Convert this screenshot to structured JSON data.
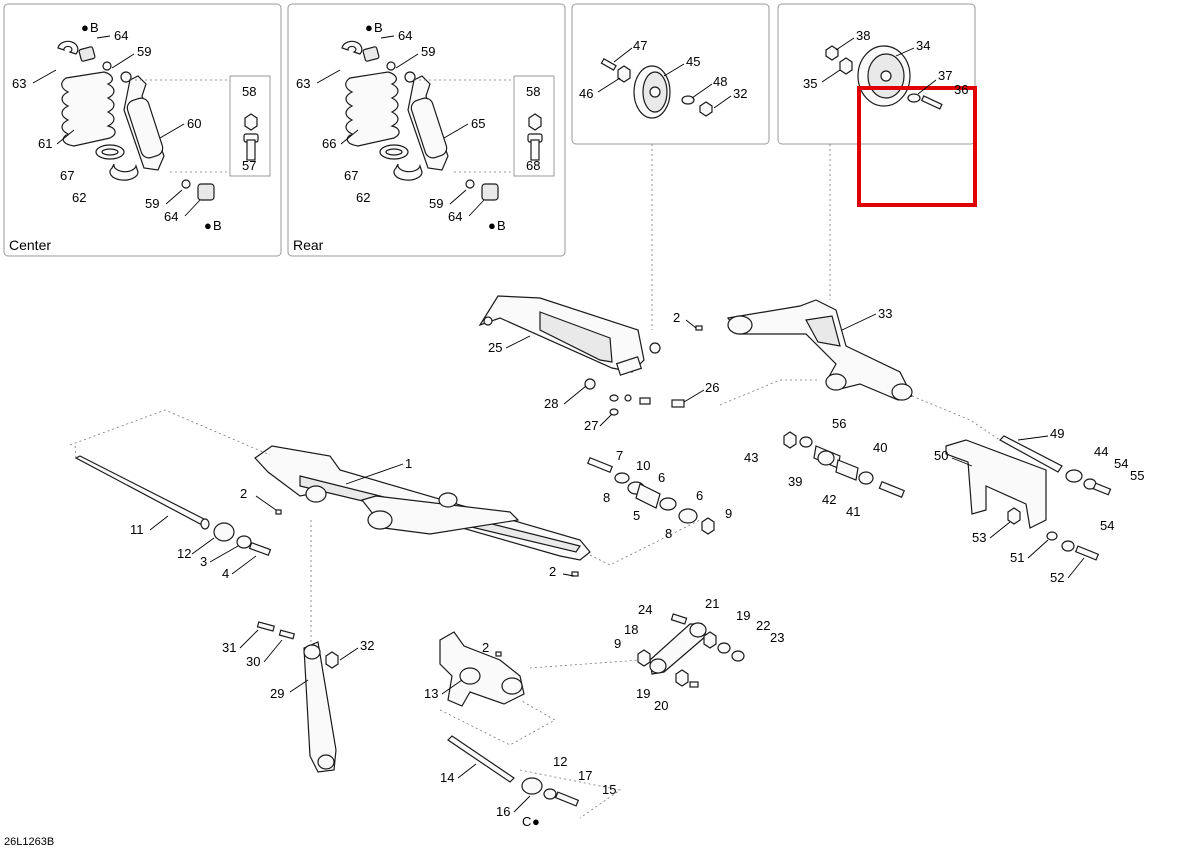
{
  "panels": {
    "center_caption": "Center",
    "rear_caption": "Rear"
  },
  "symbols": {
    "lube_b": "B",
    "lube_c": "C"
  },
  "drawing_code": "26L1263B",
  "colors": {
    "highlight": "#e00000",
    "line": "#1a1a1a",
    "panel_border": "#999999"
  },
  "part_numbers": {
    "center": [
      "64",
      "59",
      "63",
      "61",
      "60",
      "58",
      "57",
      "67",
      "62",
      "59",
      "64"
    ],
    "rear": [
      "64",
      "59",
      "63",
      "66",
      "65",
      "58",
      "68",
      "67",
      "62",
      "59",
      "64"
    ],
    "idler_a": [
      "47",
      "45",
      "48",
      "46",
      "32"
    ],
    "idler_b": [
      "38",
      "34",
      "35",
      "37",
      "36"
    ],
    "main": [
      "2",
      "33",
      "25",
      "28",
      "27",
      "26",
      "1",
      "2",
      "11",
      "12",
      "3",
      "4",
      "2",
      "7",
      "10",
      "6",
      "8",
      "5",
      "6",
      "8",
      "9",
      "56",
      "43",
      "40",
      "39",
      "42",
      "41",
      "49",
      "50",
      "44",
      "54",
      "55",
      "53",
      "54",
      "51",
      "52",
      "31",
      "32",
      "30",
      "29",
      "2",
      "13",
      "24",
      "21",
      "18",
      "19",
      "9",
      "22",
      "23",
      "19",
      "20",
      "14",
      "12",
      "16",
      "17",
      "15"
    ]
  }
}
